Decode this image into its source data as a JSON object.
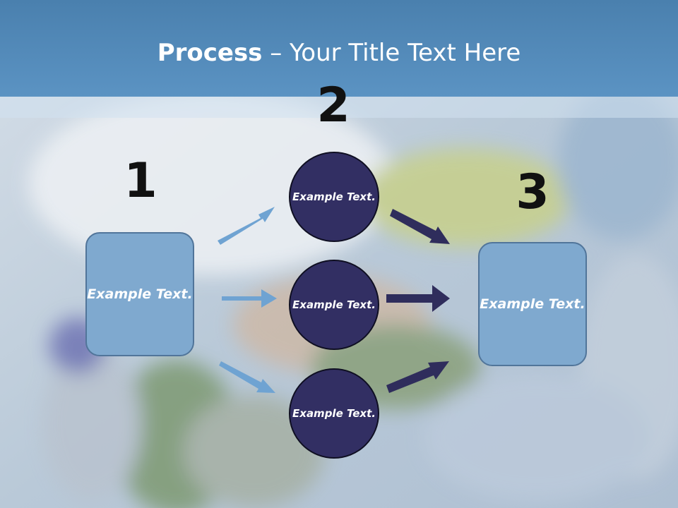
{
  "title": {
    "bold": "Process",
    "rest": " – Your Title Text Here"
  },
  "steps": [
    {
      "number": "1",
      "text": "Example Text."
    },
    {
      "number": "2",
      "items": [
        "Example Text.",
        "Example Text.",
        "Example Text."
      ]
    },
    {
      "number": "3",
      "text": "Example Text."
    }
  ],
  "colors": {
    "header": "#5b93c3",
    "box": "#7fa9cf",
    "circle": "#322f63",
    "arrow_light": "#6fa3d2",
    "arrow_dark": "#2f2d5c"
  }
}
